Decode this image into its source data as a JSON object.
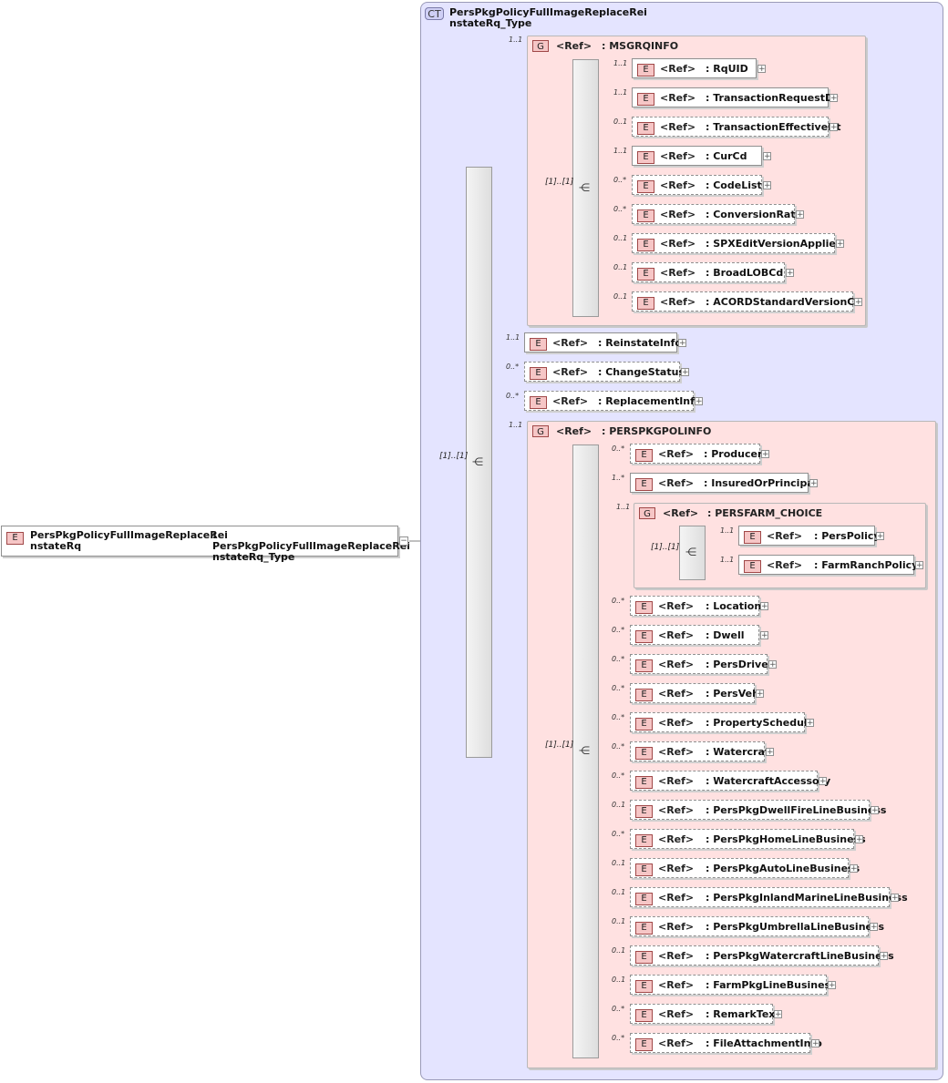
{
  "root": {
    "badge": "E",
    "name": "PersPkgPolicyFullImageReplaceReinstateRq",
    "name_line1": "PersPkgPolicyFullImageReplaceRei",
    "name_line2": "nstateRq",
    "type_line1": ": PersPkgPolicyFullImageReplaceRei",
    "type_line2": "nstateRq_Type",
    "collapse_symbol": "−"
  },
  "complex_type": {
    "badge": "CT",
    "name_line1": "PersPkgPolicyFullImageReplaceRei",
    "name_line2": "nstateRq_Type"
  },
  "outer_sequence": {
    "range": "[1]..[1]",
    "icon": "⋲"
  },
  "labels": {
    "ref": "<Ref>",
    "element_badge": "E",
    "group_badge": "G",
    "expand": "+"
  },
  "msgrq_group": {
    "cardinality": "1..1",
    "name": ": MSGRQINFO",
    "sequence_range": "[1]..[1]",
    "children": [
      {
        "name": ": RqUID",
        "cardinality": "1..1",
        "optional": false
      },
      {
        "name": ": TransactionRequestDt",
        "cardinality": "1..1",
        "optional": false
      },
      {
        "name": ": TransactionEffectiveDt",
        "cardinality": "0..1",
        "optional": true
      },
      {
        "name": ": CurCd",
        "cardinality": "1..1",
        "optional": false
      },
      {
        "name": ": CodeList",
        "cardinality": "0..*",
        "optional": true
      },
      {
        "name": ": ConversionRate",
        "cardinality": "0..*",
        "optional": true
      },
      {
        "name": ": SPXEditVersionApplied",
        "cardinality": "0..1",
        "optional": true
      },
      {
        "name": ": BroadLOBCd",
        "cardinality": "0..1",
        "optional": true
      },
      {
        "name": ": ACORDStandardVersionCd",
        "cardinality": "0..1",
        "optional": true
      }
    ]
  },
  "middle_elements": [
    {
      "name": ": ReinstateInfo",
      "cardinality": "1..1",
      "optional": false
    },
    {
      "name": ": ChangeStatus",
      "cardinality": "0..*",
      "optional": true
    },
    {
      "name": ": ReplacementInfo",
      "cardinality": "0..*",
      "optional": true
    }
  ],
  "perspkg_group": {
    "cardinality": "1..1",
    "name": ": PERSPKGPOLINFO",
    "sequence_range": "[1]..[1]",
    "children_before_choice": [
      {
        "name": ": Producer",
        "cardinality": "0..*",
        "optional": true
      },
      {
        "name": ": InsuredOrPrincipal",
        "cardinality": "1..*",
        "optional": false
      }
    ],
    "choice_group": {
      "cardinality": "1..1",
      "name": ": PERSFARM_CHOICE",
      "range": "[1]..[1]",
      "children": [
        {
          "name": ": PersPolicy",
          "cardinality": "1..1",
          "optional": false
        },
        {
          "name": ": FarmRanchPolicy",
          "cardinality": "1..1",
          "optional": false
        }
      ]
    },
    "children_after_choice": [
      {
        "name": ": Location",
        "cardinality": "0..*",
        "optional": true
      },
      {
        "name": ": Dwell",
        "cardinality": "0..*",
        "optional": true
      },
      {
        "name": ": PersDriver",
        "cardinality": "0..*",
        "optional": true
      },
      {
        "name": ": PersVeh",
        "cardinality": "0..*",
        "optional": true
      },
      {
        "name": ": PropertySchedule",
        "cardinality": "0..*",
        "optional": true
      },
      {
        "name": ": Watercraft",
        "cardinality": "0..*",
        "optional": true
      },
      {
        "name": ": WatercraftAccessory",
        "cardinality": "0..*",
        "optional": true
      },
      {
        "name": ": PersPkgDwellFireLineBusiness",
        "cardinality": "0..1",
        "optional": true
      },
      {
        "name": ": PersPkgHomeLineBusiness",
        "cardinality": "0..*",
        "optional": true
      },
      {
        "name": ": PersPkgAutoLineBusiness",
        "cardinality": "0..1",
        "optional": true
      },
      {
        "name": ": PersPkgInlandMarineLineBusiness",
        "cardinality": "0..1",
        "optional": true
      },
      {
        "name": ": PersPkgUmbrellaLineBusiness",
        "cardinality": "0..1",
        "optional": true
      },
      {
        "name": ": PersPkgWatercraftLineBusiness",
        "cardinality": "0..1",
        "optional": true
      },
      {
        "name": ": FarmPkgLineBusiness",
        "cardinality": "0..1",
        "optional": true
      },
      {
        "name": ": RemarkText",
        "cardinality": "0..*",
        "optional": true
      },
      {
        "name": ": FileAttachmentInfo",
        "cardinality": "0..*",
        "optional": true
      }
    ]
  }
}
